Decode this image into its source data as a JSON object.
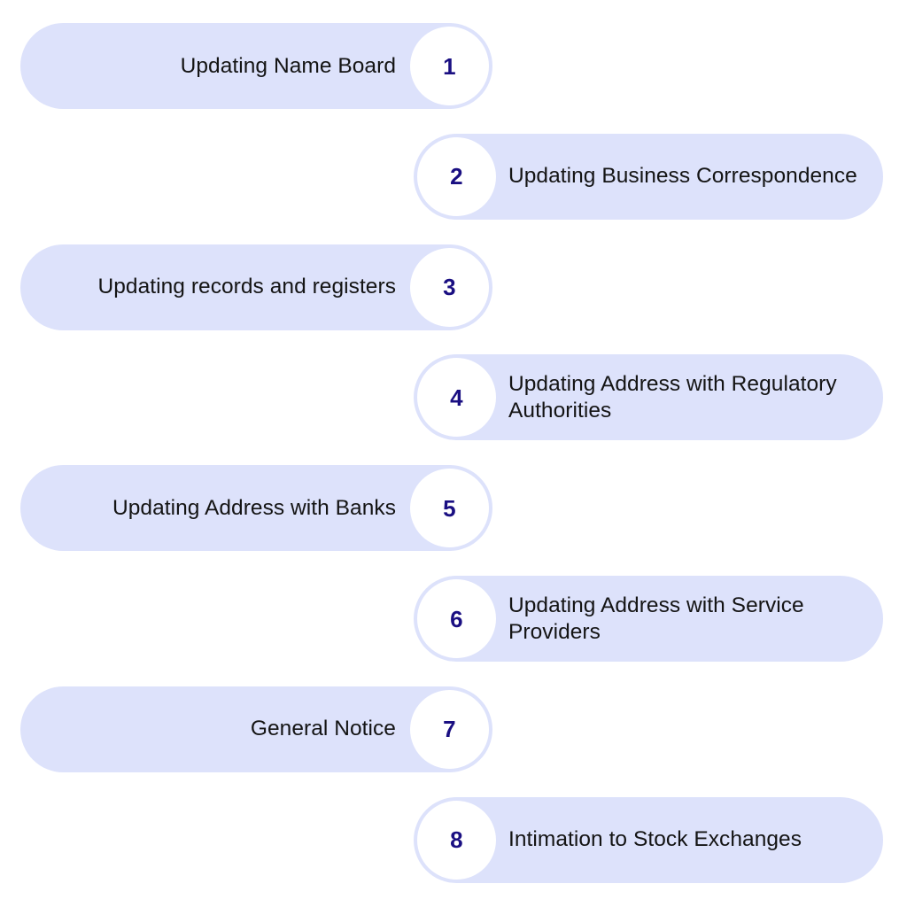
{
  "theme": {
    "page_background": "#ffffff",
    "pill_background": "#dde2fb",
    "badge_background": "#ffffff",
    "number_color": "#1a0f82",
    "label_color": "#141414"
  },
  "steps": [
    {
      "number": "1",
      "label": "Updating Name Board",
      "align": "left"
    },
    {
      "number": "2",
      "label": "Updating Business Correspondence",
      "align": "right"
    },
    {
      "number": "3",
      "label": "Updating records and registers",
      "align": "left"
    },
    {
      "number": "4",
      "label": "Updating Address with Regulatory Authorities",
      "align": "right"
    },
    {
      "number": "5",
      "label": "Updating Address with Banks",
      "align": "left"
    },
    {
      "number": "6",
      "label": "Updating Address with Service Providers",
      "align": "right"
    },
    {
      "number": "7",
      "label": "General Notice",
      "align": "left"
    },
    {
      "number": "8",
      "label": "Intimation to Stock Exchanges",
      "align": "right"
    }
  ]
}
